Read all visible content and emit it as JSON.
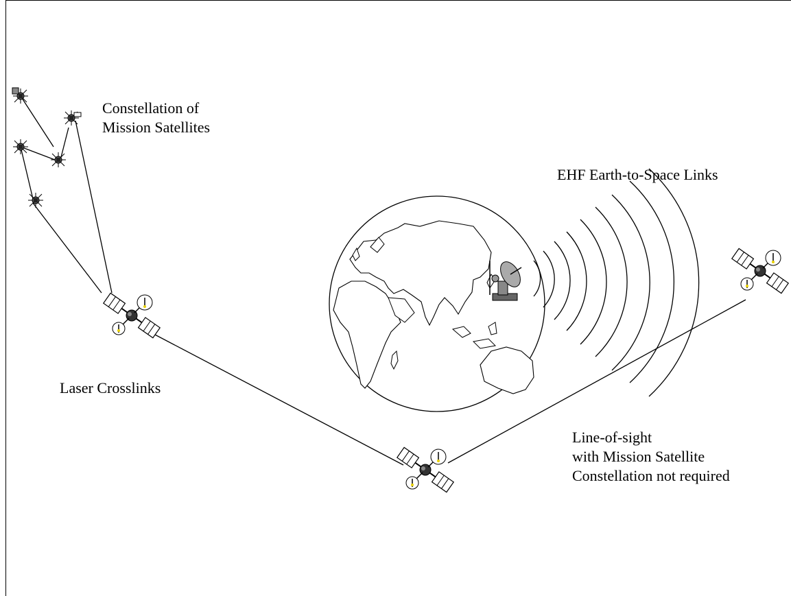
{
  "labels": {
    "constellation_line1": "Constellation of",
    "constellation_line2": "Mission Satellites",
    "ehf": "EHF Earth-to-Space Links",
    "laser": "Laser Crosslinks",
    "los_line1": "Line-of-sight",
    "los_line2": "with Mission Satellite",
    "los_line3": "Constellation not required"
  },
  "icons": {
    "mission_satellite": "mission-satellite-icon",
    "relay_satellite": "relay-satellite-icon",
    "earth": "earth-globe-icon",
    "ground_station": "satellite-dish-icon"
  }
}
